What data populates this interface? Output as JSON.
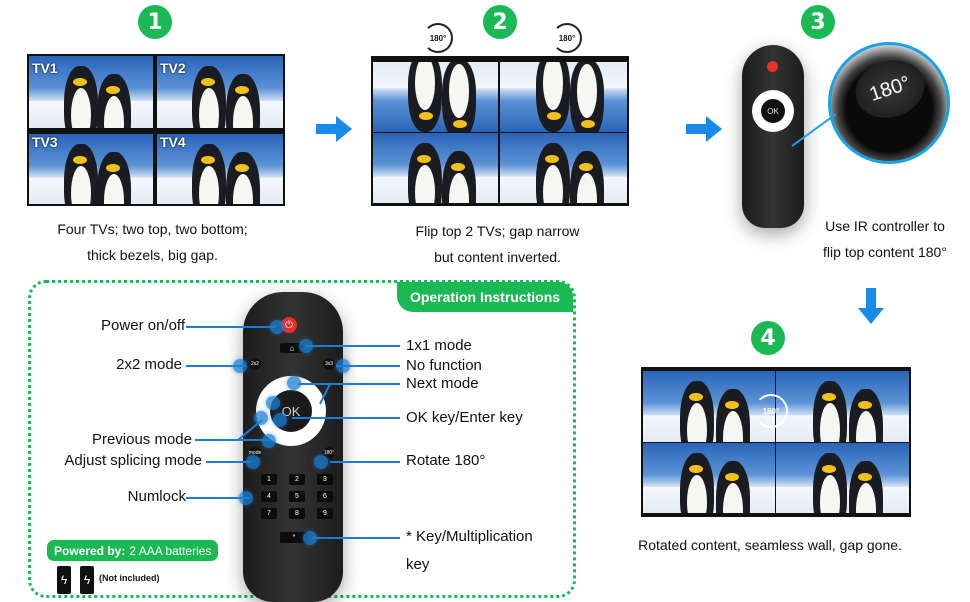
{
  "steps": [
    "1",
    "2",
    "3",
    "4"
  ],
  "panel1": {
    "tv_labels": [
      "TV1",
      "TV2",
      "TV3",
      "TV4"
    ],
    "caption": [
      "Four TVs; two top, two bottom;",
      "thick bezels, big gap."
    ]
  },
  "panel2": {
    "rotate_badge": "180°",
    "caption": [
      "Flip top 2 TVs; gap narrow",
      "but content inverted."
    ]
  },
  "panel3": {
    "zoom_button": "180°",
    "caption": [
      "Use IR controller to",
      "flip top content 180°"
    ]
  },
  "panel4": {
    "rotate_badge": "180°",
    "caption": "Rotated content, seamless wall, gap gone."
  },
  "instructions": {
    "title": "Operation Instructions",
    "left_labels": [
      "Power on/off",
      "2x2 mode",
      "Previous mode",
      "Adjust splicing mode",
      "Numlock"
    ],
    "right_labels": [
      "1x1 mode",
      "No function",
      "Next mode",
      "OK key/Enter key",
      "Rotate 180°",
      "* Key/Multiplication",
      "key"
    ],
    "powered_label": "Powered by:",
    "powered_value": "2 AAA batteries",
    "not_included": "(Not included)"
  },
  "remote": {
    "ok": "OK",
    "k2x2": "2x2",
    "k3x3": "3x3",
    "mode": "mode",
    "k180": "180°",
    "star": "*",
    "nums": [
      "1",
      "2",
      "3",
      "4",
      "5",
      "6",
      "7",
      "8",
      "9"
    ]
  },
  "colors": {
    "green": "#1bb954",
    "blue": "#1a7fd4",
    "power": "#e8302a"
  }
}
